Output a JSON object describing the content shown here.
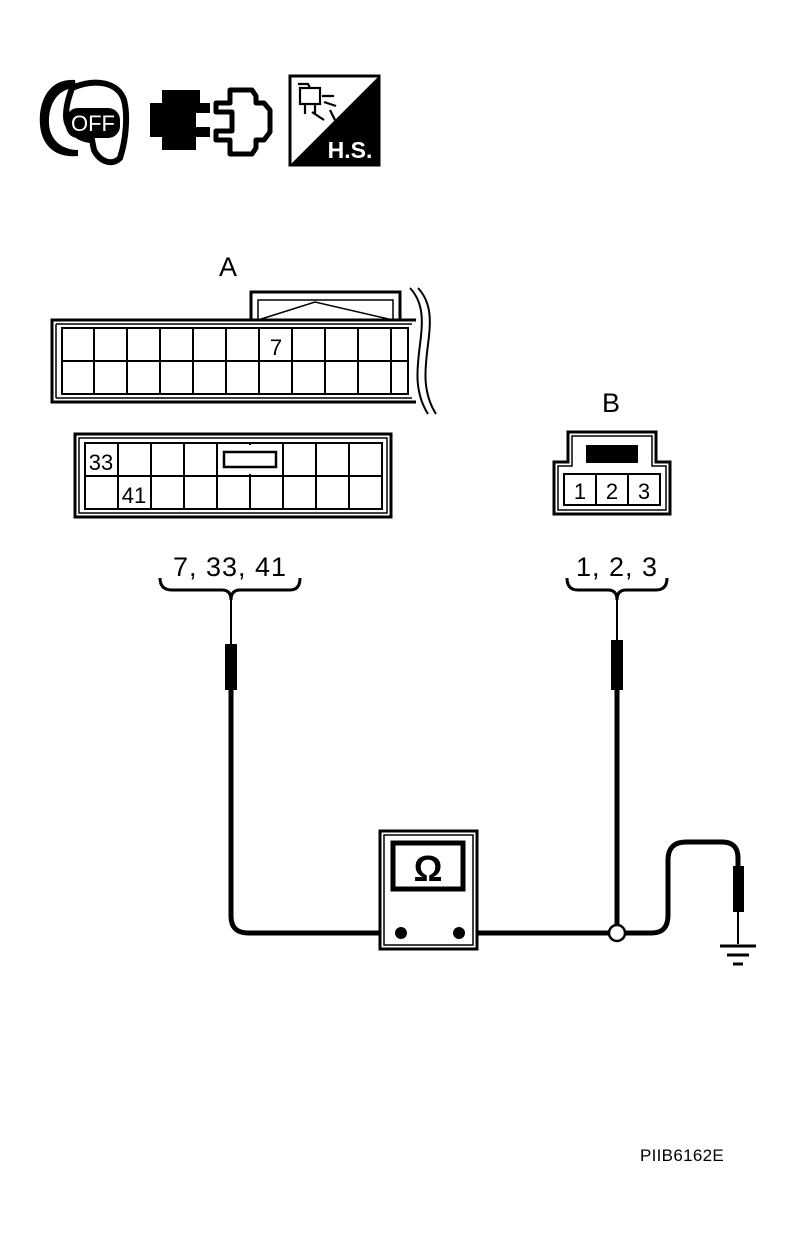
{
  "icons": {
    "ignition": {
      "name": "ignition-key-off-icon",
      "label": "OFF"
    },
    "connector": {
      "name": "disconnect-connector-icon"
    },
    "harness": {
      "name": "harness-side-icon",
      "label": "H.S."
    }
  },
  "connector_a": {
    "letter": "A",
    "upper_pin_label": "7",
    "lower_pin_labels": [
      "33",
      "41"
    ],
    "terminal_group_label": "7, 33, 41"
  },
  "connector_b": {
    "letter": "B",
    "pin_labels": [
      "1",
      "2",
      "3"
    ],
    "terminal_group_label": "1, 2, 3"
  },
  "meter": {
    "symbol": "Ω",
    "name": "ohmmeter"
  },
  "ground": {
    "name": "ground-symbol"
  },
  "doc_id": "PIIB6162E"
}
